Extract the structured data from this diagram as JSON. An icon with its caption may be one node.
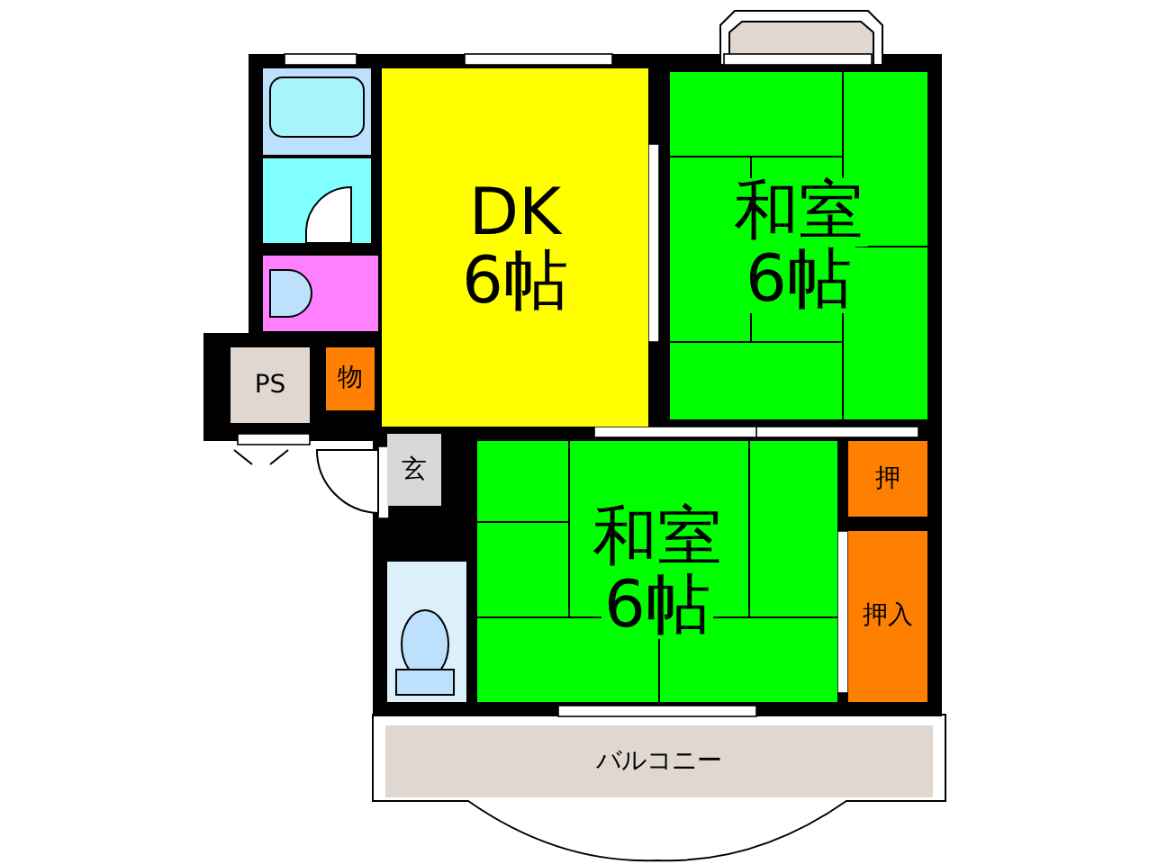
{
  "diagram": {
    "nodes": [
      {
        "text": [
          "DK",
          "6帖"
        ]
      },
      {
        "text": [
          "和室",
          "6帖"
        ]
      },
      {
        "text": [
          "和室",
          "6帖"
        ]
      },
      {
        "text": [
          "PS"
        ]
      },
      {
        "text": [
          "物"
        ]
      },
      {
        "text": [
          "玄"
        ]
      },
      {
        "text": [
          "押"
        ]
      },
      {
        "text": [
          "押入"
        ]
      },
      {
        "text": [
          "バルコニー"
        ]
      }
    ]
  }
}
